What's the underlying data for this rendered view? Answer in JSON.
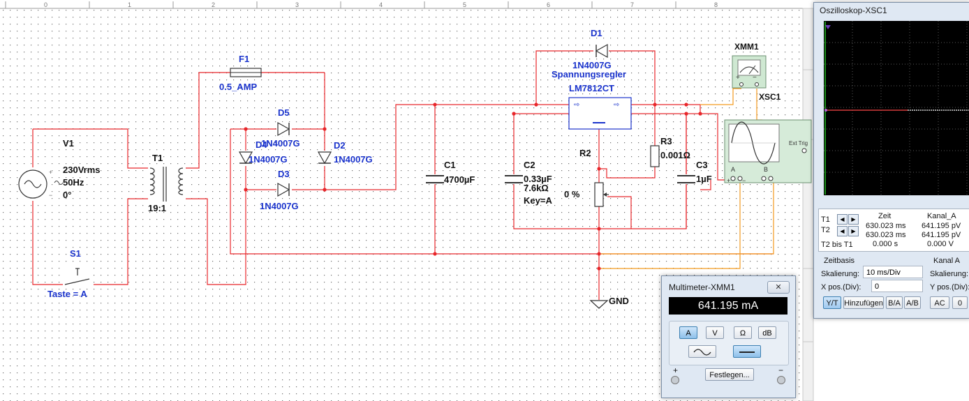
{
  "ruler": {
    "numbers": [
      "0",
      "1",
      "2",
      "3",
      "4",
      "5",
      "6",
      "7",
      "8"
    ]
  },
  "schematic": {
    "V1": {
      "name": "V1",
      "voltage": "230Vrms",
      "frequency": "50Hz",
      "phase": "0°"
    },
    "T1": {
      "name": "T1",
      "ratio": "19:1"
    },
    "F1": {
      "name": "F1",
      "value": "0.5_AMP"
    },
    "D5": {
      "name": "D5",
      "value": "1N4007G"
    },
    "D4": {
      "name": "D4",
      "value": "1N4007G"
    },
    "D2": {
      "name": "D2",
      "value": "1N4007G"
    },
    "D3": {
      "name": "D3",
      "value": "1N4007G"
    },
    "D1": {
      "name": "D1",
      "value": "1N4007G"
    },
    "S1": {
      "name": "S1",
      "key": "Taste = A"
    },
    "C1": {
      "name": "C1",
      "value": "4700µF"
    },
    "C2": {
      "name": "C2",
      "value": "0.33µF"
    },
    "R2": {
      "name": "R2",
      "value": "7.6kΩ",
      "key": "Key=A",
      "percent": "0 %"
    },
    "U1": {
      "title": "Spannungsregler",
      "part": "LM7812CT"
    },
    "R3": {
      "name": "R3",
      "value": "0.001Ω"
    },
    "C3": {
      "name": "C3",
      "value": "1µF"
    },
    "XMM1": {
      "name": "XMM1"
    },
    "XSC1": {
      "name": "XSC1",
      "ext_trig": "Ext Trig",
      "chan_a": "A",
      "chan_b": "B"
    },
    "GND": {
      "name": "GND"
    }
  },
  "oscilloscope": {
    "title": "Oszilloskop-XSC1",
    "headers": {
      "time": "Zeit",
      "chan_a": "Kanal_A"
    },
    "rows": [
      {
        "label": "T1",
        "time": "630.023 ms",
        "value": "641.195 pV"
      },
      {
        "label": "T2",
        "time": "630.023 ms",
        "value": "641.195 pV"
      },
      {
        "label": "T2 bis T1",
        "time": "0.000 s",
        "value": "0.000 V"
      }
    ],
    "timebase": {
      "section": "Zeitbasis",
      "scale_label": "Skalierung:",
      "scale_value": "10 ms/Div",
      "xpos_label": "X pos.(Div):",
      "xpos_value": "0"
    },
    "channel_a": {
      "section": "Kanal A",
      "scale_label": "Skalierung:",
      "ypos_label": "Y pos.(Div):"
    },
    "buttons": {
      "yt": "Y/T",
      "add": "Hinzufügen",
      "ba": "B/A",
      "ab": "A/B",
      "ac": "AC",
      "zero": "0"
    }
  },
  "multimeter": {
    "title": "Multimeter-XMM1",
    "close": "✕",
    "reading": "641.195 mA",
    "modes": [
      "A",
      "V",
      "Ω",
      "dB"
    ],
    "plus": "+",
    "minus": "−",
    "set_button": "Festlegen..."
  }
}
